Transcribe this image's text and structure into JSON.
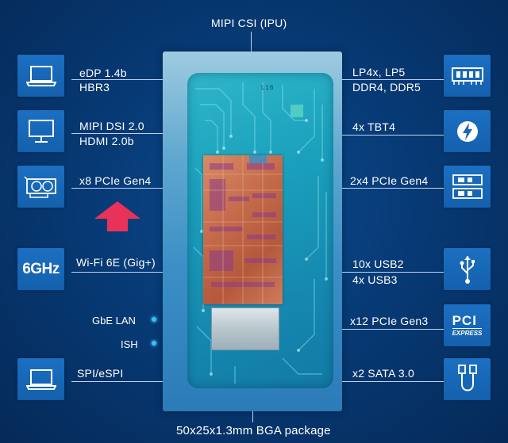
{
  "top_label": "MIPI CSI (IPU)",
  "bottom_label": "50x25x1.3mm BGA package",
  "die_marking": "L16",
  "left": {
    "edp": {
      "line1": "eDP 1.4b",
      "line2": "HBR3",
      "icon": "laptop-icon"
    },
    "dsi": {
      "line1": "MIPI DSI 2.0",
      "line2": "HDMI 2.0b",
      "icon": "monitor-icon"
    },
    "pcie": {
      "line1": "x8 PCIe Gen4",
      "icon": "graphics-card-icon"
    },
    "wifi": {
      "line1": "Wi-Fi 6E (Gig+)",
      "icon_text": "6GHz"
    },
    "gbe": {
      "line1": "GbE LAN"
    },
    "ish": {
      "line1": "ISH"
    },
    "spi": {
      "line1": "SPI/eSPI",
      "icon": "laptop-icon"
    }
  },
  "right": {
    "memory": {
      "line1": "LP4x, LP5",
      "line2": "DDR4, DDR5",
      "icon": "memory-module-icon"
    },
    "tbt": {
      "line1": "4x TBT4",
      "icon": "thunderbolt-icon"
    },
    "pcie4": {
      "line1": "2x4 PCIe Gen4",
      "icon": "ssd-icon"
    },
    "usb": {
      "line1": "10x USB2",
      "line2": "4x USB3",
      "icon": "usb-icon"
    },
    "pcie3": {
      "line1": "x12 PCIe Gen3",
      "icon_text_top": "PCI",
      "icon_text_bottom": "EXPRESS"
    },
    "sata": {
      "line1": "x2 SATA 3.0",
      "icon": "sata-cable-icon"
    }
  },
  "colors": {
    "background": "#073a75",
    "icon_box": "#1866b8",
    "arrow": "#e8325a",
    "dot": "#2fc3ff",
    "die": "#c46a4a"
  }
}
